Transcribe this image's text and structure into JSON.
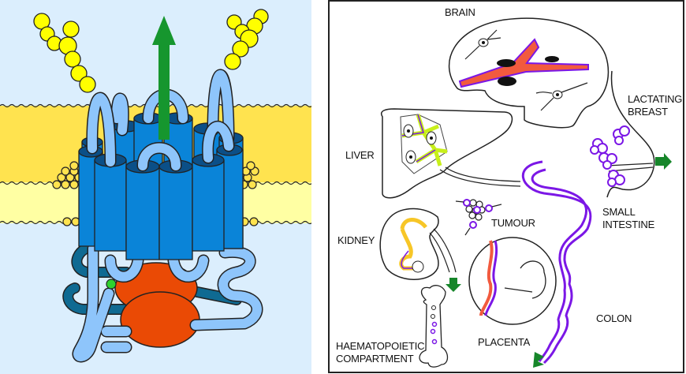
{
  "figure": {
    "left_panel": {
      "title": "",
      "elements": {
        "membrane_outer_leaflet": "lipid bilayer (upper)",
        "membrane_inner_leaflet": "lipid bilayer (lower)",
        "glycan_chains": 2,
        "transmembrane_helices": "12 helical cylinders",
        "nucleotide_binding_domains": 2,
        "efflux_arrow": "green upward arrow",
        "phosphorylation_site": "green dot"
      },
      "colors": {
        "background": "#dbeefd",
        "outer_leaflet": "#ffe34f",
        "inner_leaflet": "#ffffa3",
        "helix": "#0a84d8",
        "helix_top": "#0b4f87",
        "loop": "#8ec5fb",
        "linker": "#0f6a92",
        "nbd": "#ea4a05",
        "glycan": "#ffff00",
        "arrow": "#16962e",
        "site": "#2ed12e"
      }
    },
    "right_panel": {
      "labels": {
        "brain": "BRAIN",
        "lactating_breast_1": "LACTATING",
        "lactating_breast_2": "BREAST",
        "liver": "LIVER",
        "tumour": "TUMOUR",
        "small_intestine_1": "SMALL",
        "small_intestine_2": "INTESTINE",
        "kidney": "KIDNEY",
        "colon": "COLON",
        "placenta": "PLACENTA",
        "haematopoietic_1": "HAEMATOPOIETIC",
        "haematopoietic_2": "COMPARTMENT"
      },
      "colors": {
        "border": "#222222",
        "expression": "#7b17e6",
        "blood": "#f25a3e",
        "bile": "#c8ef1a",
        "urine": "#f7c627",
        "efflux_arrow": "#16862a"
      }
    }
  }
}
